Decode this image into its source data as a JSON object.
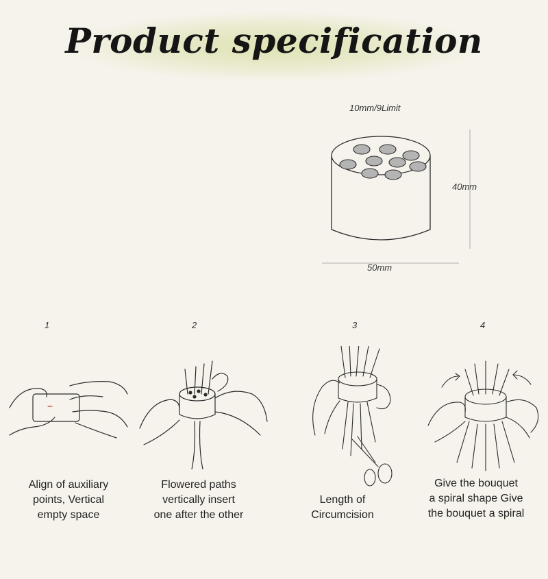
{
  "header": {
    "title": "Product specification"
  },
  "spec": {
    "holes_label": "10mm/9Limit",
    "height_label": "40mm",
    "width_label": "50mm",
    "colors": {
      "hole": "#b4b4b4",
      "outline": "#2a2a2a"
    }
  },
  "steps": [
    {
      "number": "1",
      "caption": "Align of auxiliary\npoints, Vertical\nempty space",
      "icon": "hands-holding-sponge-icon"
    },
    {
      "number": "2",
      "caption": "Flowered paths\nvertically insert\none after the other",
      "icon": "hands-inserting-stems-icon"
    },
    {
      "number": "3",
      "caption": "Length of\nCircumcision",
      "icon": "scissors-cutting-stems-icon"
    },
    {
      "number": "4",
      "caption": "Give the bouquet\na spiral shape Give\nthe bouquet a spiral",
      "icon": "hands-twisting-bouquet-icon"
    }
  ]
}
